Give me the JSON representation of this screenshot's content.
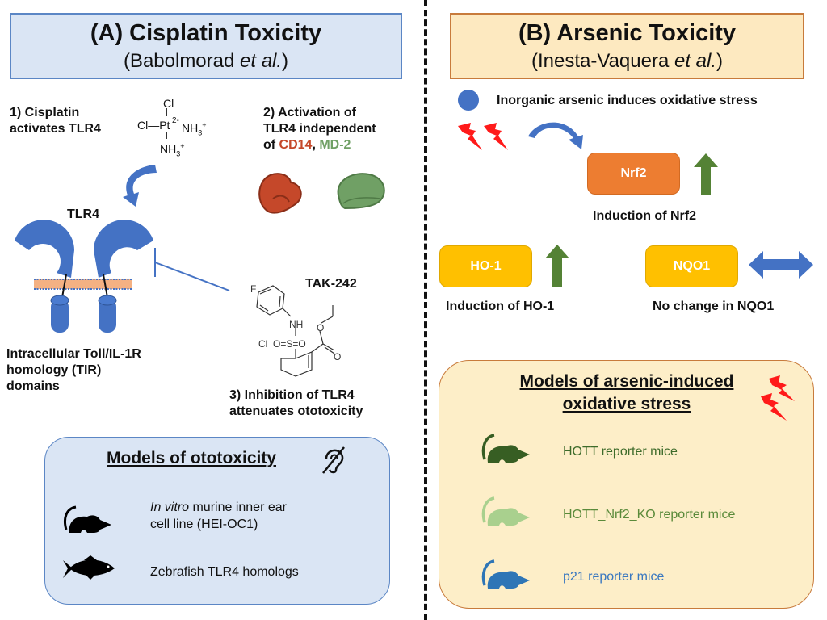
{
  "panel_a": {
    "title": "(A) Cisplatin Toxicity",
    "subtitle_author": "(Babolmorad ",
    "subtitle_etal": "et al.",
    "subtitle_close": ")",
    "step1_line1": "1) Cisplatin",
    "step1_line2": "activates TLR4",
    "cisplatin": {
      "cl_top": "Cl",
      "cl_left": "Cl—Pt",
      "charge": "2-",
      "nh3_right": "NH",
      "sub3": "3",
      "plus": "+",
      "nh3_bottom": "NH"
    },
    "step2_line1": "2) Activation of",
    "step2_line2": "TLR4 independent",
    "step2_of": "of ",
    "cd14": "CD14",
    "comma": ", ",
    "md2": "MD-2",
    "tlr4_label": "TLR4",
    "tir_line1": "Intracellular Toll/IL-1R",
    "tir_line2": "homology (TIR)",
    "tir_line3": "domains",
    "tak242_label": "TAK-242",
    "tak_atoms": {
      "f": "F",
      "nh": "NH",
      "cl": "Cl",
      "so2": "O=S=O",
      "o1": "O",
      "o2": "O"
    },
    "step3_line1": "3) Inhibition of TLR4",
    "step3_line2": "attenuates ototoxicity",
    "models": {
      "heading": "Models of ototoxicity",
      "items": [
        {
          "icon": "mouse-icon",
          "italic": "In vitro",
          "text": " murine inner ear",
          "text2": "cell line (HEI-OC1)"
        },
        {
          "icon": "fish-icon",
          "text": "Zebrafish TLR4 homologs"
        }
      ]
    }
  },
  "panel_b": {
    "title": "(B) Arsenic Toxicity",
    "subtitle_author": "(Inesta-Vaquera ",
    "subtitle_etal": "et al.",
    "subtitle_close": ")",
    "arsenic_text": "Inorganic arsenic induces oxidative stress",
    "nrf2": "Nrf2",
    "nrf2_caption": "Induction of Nrf2",
    "ho1": "HO-1",
    "ho1_caption": "Induction of HO-1",
    "nqo1": "NQO1",
    "nqo1_caption": "No change in NQO1",
    "models": {
      "heading_line1": "Models of arsenic-induced",
      "heading_line2": "oxidative stress",
      "items": [
        {
          "text": "HOTT reporter mice",
          "color": "#3d6b2a"
        },
        {
          "text": "HOTT_Nrf2_KO reporter mice",
          "color": "#5a8a3a"
        },
        {
          "text": "p21 reporter mice",
          "color": "#3a78c0"
        }
      ]
    }
  },
  "colors": {
    "blue": "#4472c4",
    "cd14": "#c5482a",
    "md2": "#70a065",
    "green_arrow": "#548235",
    "mouse_dark_green": "#375e23",
    "mouse_light_green": "#a9d08e",
    "mouse_blue": "#2e75b6",
    "lightning": "#ff1a1a"
  }
}
